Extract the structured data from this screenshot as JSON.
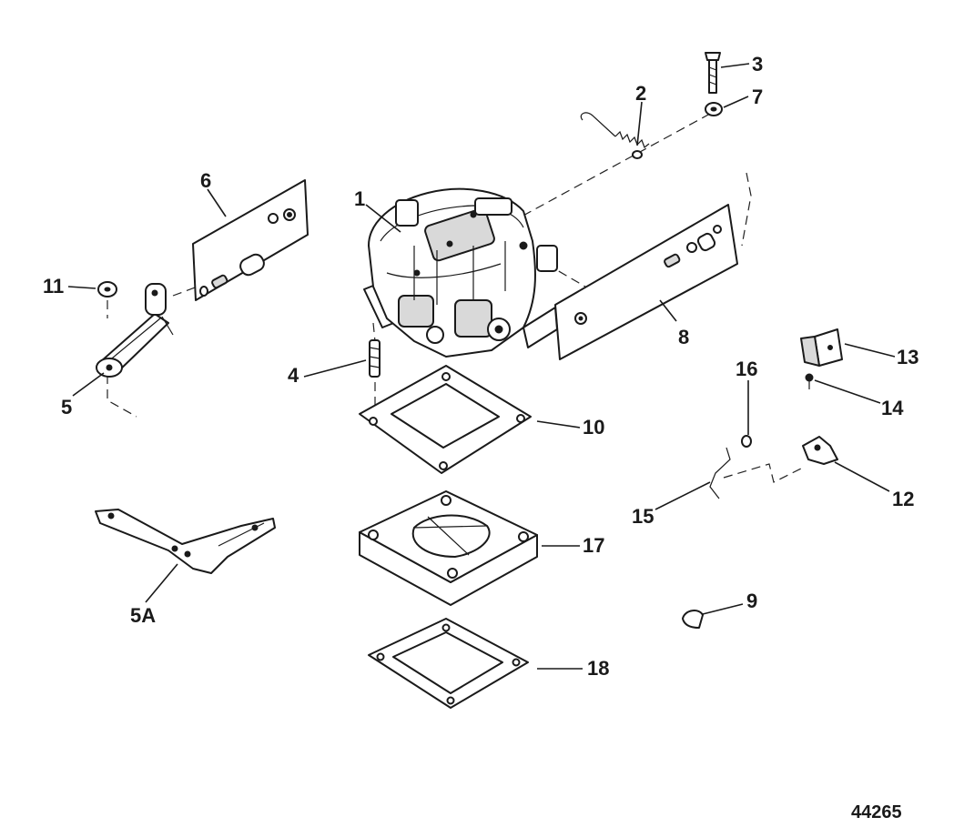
{
  "callouts": {
    "c1": "1",
    "c2": "2",
    "c3": "3",
    "c4": "4",
    "c5": "5",
    "c5a": "5A",
    "c6": "6",
    "c7": "7",
    "c8": "8",
    "c9": "9",
    "c10": "10",
    "c11": "11",
    "c12": "12",
    "c13": "13",
    "c14": "14",
    "c15": "15",
    "c16": "16",
    "c17": "17",
    "c18": "18"
  },
  "figure_number": "44265"
}
